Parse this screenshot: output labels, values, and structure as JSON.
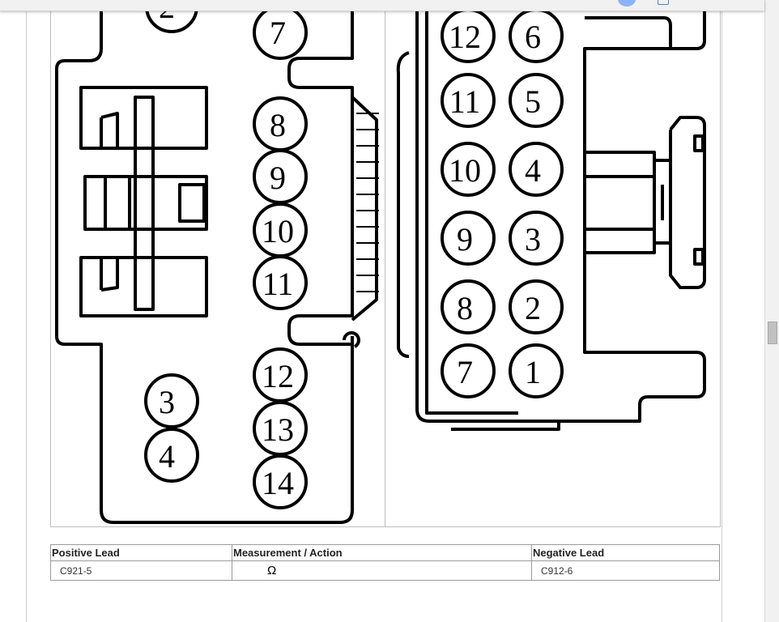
{
  "connector_left": {
    "pins": [
      "2",
      "7",
      "8",
      "9",
      "10",
      "11",
      "3",
      "4",
      "12",
      "13",
      "14"
    ]
  },
  "connector_right": {
    "pins": [
      "12",
      "6",
      "11",
      "5",
      "10",
      "4",
      "9",
      "3",
      "8",
      "2",
      "7",
      "1"
    ]
  },
  "table": {
    "headers": [
      "Positive Lead",
      "Measurement / Action",
      "Negative Lead"
    ],
    "rows": [
      {
        "positive": "C921-5",
        "measurement": "Ω",
        "negative": "C912-6"
      }
    ]
  }
}
